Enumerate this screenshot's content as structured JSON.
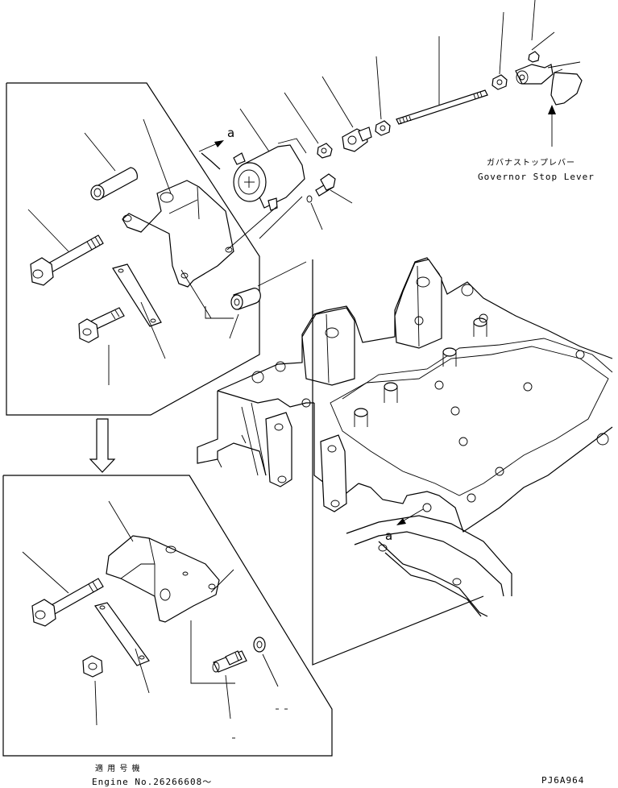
{
  "callouts": {
    "view_mark_top": "a",
    "view_mark_bottom": "a"
  },
  "governor": {
    "label_jp": "ガバナストップレバー",
    "label_en": "Governor Stop Lever"
  },
  "footer": {
    "applicability_jp": "適 用 号 機",
    "engine_serial": "Engine No.26266608～",
    "drawing_code": "PJ6A964"
  }
}
